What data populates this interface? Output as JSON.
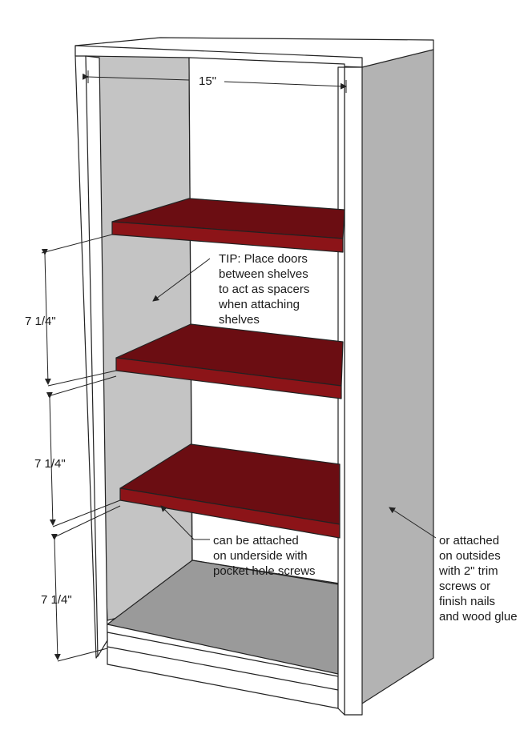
{
  "dimensions": {
    "width_label": "15\"",
    "spacing_labels": [
      "7 1/4\"",
      "7 1/4\"",
      "7 1/4\""
    ]
  },
  "annotations": {
    "tip": [
      "TIP: Place doors",
      "between shelves",
      "to act as spacers",
      "when attaching",
      "shelves"
    ],
    "underside": [
      "can be attached",
      "on underside with",
      "pocket hole screws"
    ],
    "outside": [
      "or attached",
      "on outsides",
      "with 2\" trim",
      "screws or",
      "finish nails",
      "and wood glue"
    ]
  },
  "colors": {
    "shelf_top": "#6b0d12",
    "shelf_front": "#8c1418",
    "side_panel": "#b3b3b3",
    "inner_side": "#c4c4c4",
    "bottom_panel": "#9a9a9a",
    "white_wood": "#ffffff"
  }
}
